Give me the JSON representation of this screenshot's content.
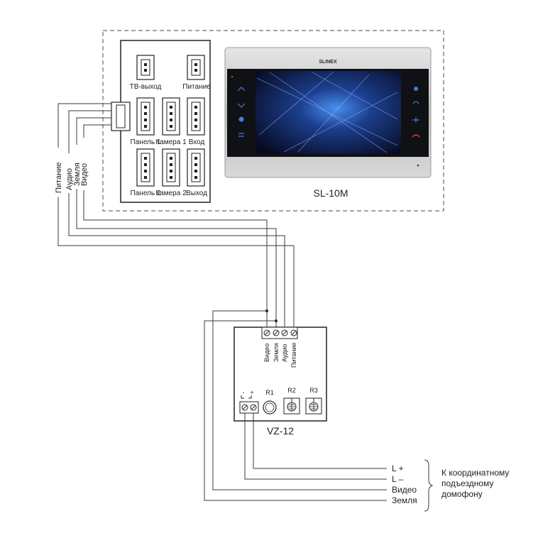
{
  "monitor": {
    "model": "SL-10M",
    "brand": "SLINEX",
    "connectors": {
      "tv_out": "ТВ-выход",
      "power": "Питание",
      "panel1": "Панель 1",
      "camera1": "Камера 1",
      "input": "Вход",
      "panel2": "Панель 2",
      "camera2": "Камера 2",
      "output": "Выход"
    },
    "cable_labels": [
      "Питание",
      "Аудио",
      "Земля",
      "Видео"
    ]
  },
  "module": {
    "model": "VZ-12",
    "terminals": [
      "Видео",
      "Земля",
      "Аудио",
      "Питание"
    ],
    "lplus_mark": "+",
    "lminus_mark": "-",
    "components": [
      "R1",
      "R2",
      "R3"
    ]
  },
  "outputs": {
    "lines": [
      "L +",
      "L –",
      "Видео",
      "Земля"
    ],
    "description": "К координатному подъездному домофону",
    "description_lines": [
      "К координатному",
      "подъездному",
      "домофону"
    ]
  },
  "colors": {
    "line": "#3a3a3a",
    "screen_dark": "#0a1028",
    "screen_accent": "#2a6fd6",
    "bezel": "#c9c9c9"
  }
}
